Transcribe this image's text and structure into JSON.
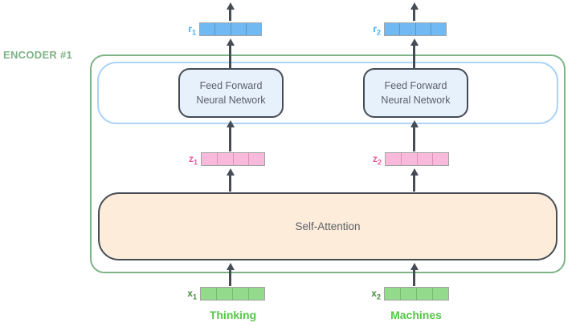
{
  "encoder": {
    "label": "ENCODER #1"
  },
  "self_attention": {
    "label": "Self-Attention"
  },
  "vector_cells": 4,
  "columns": [
    {
      "token": "Thinking",
      "ffnn_line1": "Feed Forward",
      "ffnn_line2": "Neural Network",
      "x_label": {
        "base": "x",
        "sub": "1"
      },
      "z_label": {
        "base": "z",
        "sub": "1"
      },
      "r_label": {
        "base": "r",
        "sub": "1"
      }
    },
    {
      "token": "Machines",
      "ffnn_line1": "Feed Forward",
      "ffnn_line2": "Neural Network",
      "x_label": {
        "base": "x",
        "sub": "2"
      },
      "z_label": {
        "base": "z",
        "sub": "2"
      },
      "r_label": {
        "base": "r",
        "sub": "2"
      }
    }
  ],
  "colors": {
    "green-text": "#7fb387",
    "green-border": "#7db486",
    "blue-box-border": "#abd4f8",
    "ink": "#454c55",
    "text": "#5a6069",
    "ffnn-fill": "#e7f1fc",
    "sa-fill": "#fdecd9",
    "cell-outline": "#a3a3a3",
    "blue-vec": "#70b9f3",
    "blue-sep": "#5e94c9",
    "blue-label": "#3eb1f0",
    "pink-vec": "#f9b9da",
    "pink-sep": "#df8fbc",
    "pink-label": "#f0579f",
    "green-vec": "#94da8c",
    "green-sep": "#74bd6e",
    "x-label": "#478c3f",
    "token-green": "#54c845"
  }
}
